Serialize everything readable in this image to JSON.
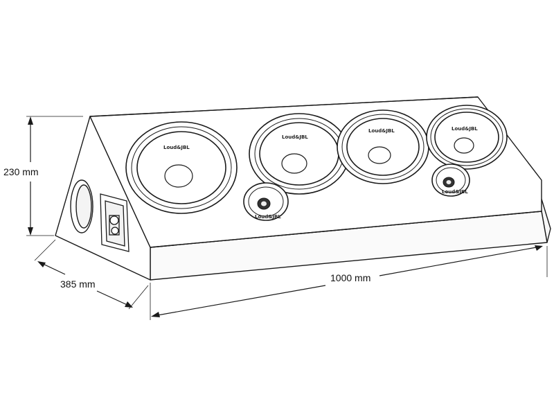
{
  "dimensions": {
    "height": "230 mm",
    "depth": "385 mm",
    "width": "1000 mm"
  },
  "brand_logo": "Loud&JBL",
  "colors": {
    "line": "#1a1a1a",
    "fill": "#ffffff",
    "shade": "#f2f2f2"
  }
}
